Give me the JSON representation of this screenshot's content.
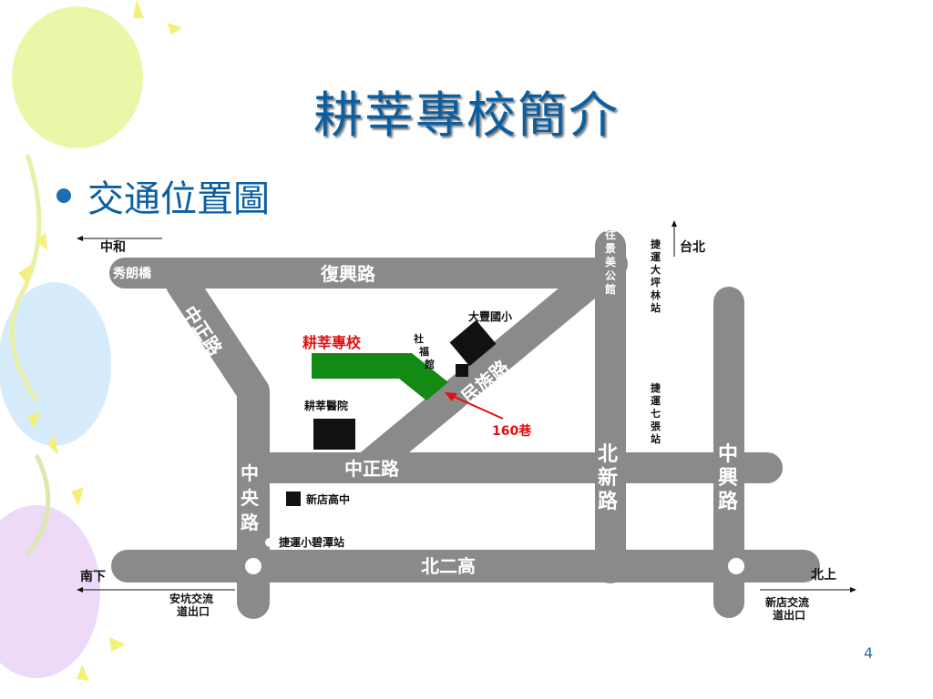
{
  "title": "耕莘專校簡介",
  "bullet": "交通位置圖",
  "page_number": "4",
  "colors": {
    "title": "#0b5fa0",
    "road": "#8a8a8a",
    "school": "#138a13",
    "highlight": "#e01010"
  },
  "map": {
    "roads": {
      "fuxing": "復興路",
      "zhongzheng_diag": "中正路",
      "zhongzheng_main": "中正路",
      "minzu": "民族路",
      "zhongyang": [
        "中",
        "央",
        "路"
      ],
      "beixin": [
        "北",
        "新",
        "路"
      ],
      "zhongxing": [
        "中",
        "興",
        "路"
      ],
      "beier": "北二高"
    },
    "places": {
      "xiulang_bridge": "秀朗橋",
      "school": "耕莘專校",
      "hospital": "耕莘醫院",
      "dafeng": "大豐國小",
      "community": [
        "社",
        "福",
        "館"
      ],
      "xindian_high": "新店高中",
      "xiaobitan": "捷運小碧潭站",
      "lane160": "160巷"
    },
    "stations": {
      "dapinglin": [
        "捷",
        "運",
        "大",
        "坪",
        "林",
        "站"
      ],
      "qizhang": [
        "捷",
        "運",
        "七",
        "張",
        "站"
      ],
      "jingmei": [
        "往",
        "景",
        "美",
        "公",
        "館"
      ]
    },
    "directions": {
      "zhonghe": "中和",
      "taipei": "台北",
      "south": "南下",
      "north": "北上",
      "ankeng_exit": [
        "安坑交流",
        "道出口"
      ],
      "xindian_exit": [
        "新店交流",
        "道出口"
      ]
    }
  }
}
